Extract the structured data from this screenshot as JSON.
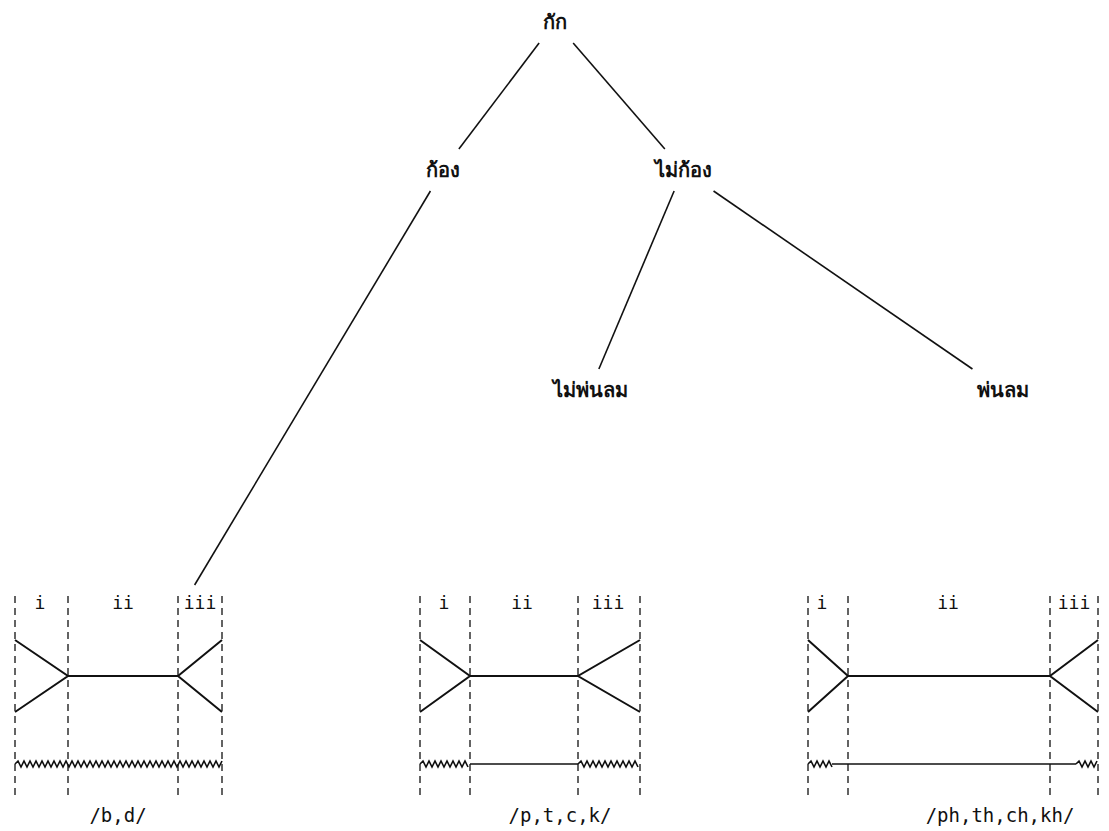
{
  "diagram": {
    "nodes": [
      {
        "text": [
          "กัก"
        ]
      },
      {
        "text": [
          "ก้อง"
        ]
      },
      {
        "text": [
          "ไม่ก้อง"
        ]
      },
      {
        "text": [
          "ไม่พ่นลม"
        ]
      },
      {
        "text": [
          "พ่นลม"
        ]
      },
      {
        "text": [
          "i",
          "ii",
          "iii",
          "/b,d/"
        ]
      },
      {
        "text": [
          "i",
          "ii",
          "iii",
          "/p,t,c,k/"
        ]
      },
      {
        "text": [
          "i",
          "ii",
          "iii",
          "/ph,th,ch,kh/"
        ]
      }
    ],
    "edges": [
      {
        "from": 0,
        "to": 1,
        "arrow": "none"
      },
      {
        "from": 0,
        "to": 2,
        "arrow": "none"
      },
      {
        "from": 1,
        "to": 5,
        "arrow": "none"
      },
      {
        "from": 2,
        "to": 3,
        "arrow": "none"
      },
      {
        "from": 2,
        "to": 4,
        "arrow": "none"
      }
    ]
  }
}
